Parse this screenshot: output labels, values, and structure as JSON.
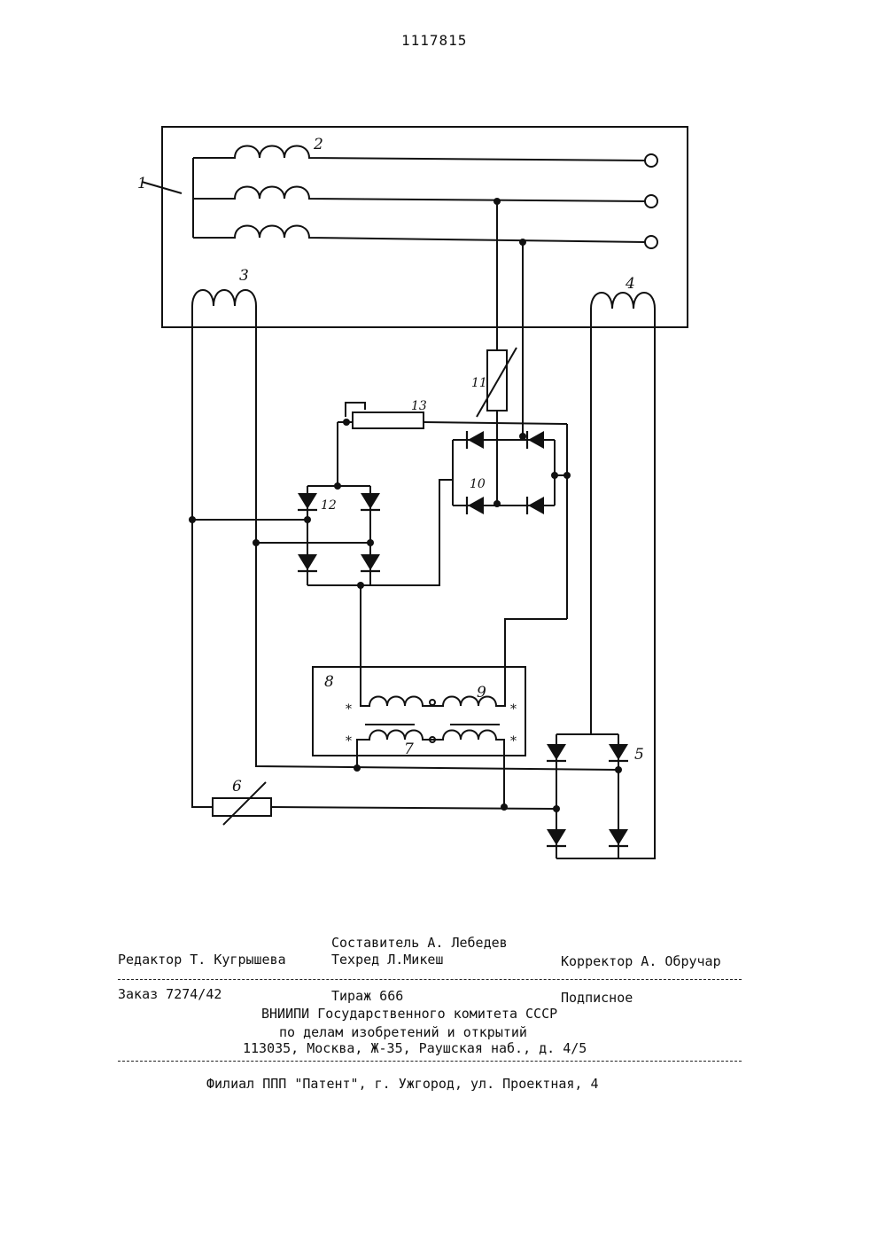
{
  "document": {
    "number": "1117815"
  },
  "diagram": {
    "labels": {
      "generator": "1",
      "stator_winding": "2",
      "winding_3": "3",
      "winding_4": "4",
      "rectifier_5": "5",
      "rheostat_6": "6",
      "winding_7": "7",
      "magnetic_amplifier_8": "8",
      "winding_9": "9",
      "rectifier_10": "10",
      "rheostat_11": "11",
      "rectifier_12": "12",
      "potentiometer_13": "13"
    },
    "polarity_mark": "*"
  },
  "imprint": {
    "compiler": "Составитель А. Лебедев",
    "editor": "Редактор Т. Кугрышева",
    "techred": "Техред Л.Микеш",
    "corrector": "Корректор А. Обручар",
    "order": "Заказ 7274/42",
    "circulation": "Тираж 666",
    "subscription": "Подписное",
    "org_line1": "ВНИИПИ Государственного комитета СССР",
    "org_line2": "по делам изобретений и открытий",
    "address": "113035, Москва, Ж-35, Раушская наб., д. 4/5",
    "branch": "Филиал ППП \"Патент\", г. Ужгород, ул. Проектная, 4"
  }
}
